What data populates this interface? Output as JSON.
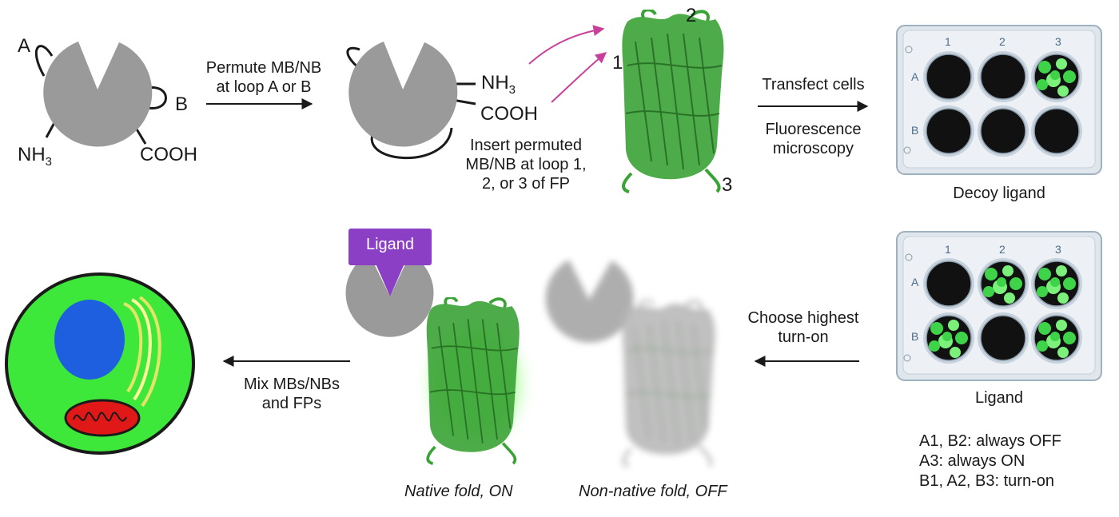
{
  "top": {
    "loop_a": "A",
    "loop_b": "B",
    "nh3_1": "NH",
    "nh3_1_sub": "3",
    "cooh_1": "COOH",
    "permute_line1": "Permute MB/NB",
    "permute_line2": "at loop A or B",
    "nh3_2": "NH",
    "nh3_2_sub": "3",
    "cooh_2": "COOH",
    "insert_line1": "Insert permuted",
    "insert_line2": "MB/NB at loop 1,",
    "insert_line3": "2, or 3 of FP",
    "fp_loop_1": "1",
    "fp_loop_2": "2",
    "fp_loop_3": "3",
    "transfect": "Transfect cells",
    "fluor_line1": "Fluorescence",
    "fluor_line2": "microscopy",
    "decoy_caption": "Decoy ligand"
  },
  "plates": {
    "col1": "1",
    "col2": "2",
    "col3": "3",
    "rowA": "A",
    "rowB": "B",
    "decoy_wells": {
      "A1": "off",
      "A2": "off",
      "A3": "on",
      "B1": "off",
      "B2": "off",
      "B3": "off"
    },
    "ligand_wells": {
      "A1": "off",
      "A2": "on",
      "A3": "on",
      "B1": "on",
      "B2": "off",
      "B3": "on"
    }
  },
  "bottom": {
    "ligand_tag": "Ligand",
    "native": "Native fold, ON",
    "nonnative": "Non-native fold, OFF",
    "choose_line1": "Choose highest",
    "choose_line2": "turn-on",
    "mix_line1": "Mix MBs/NBs",
    "mix_line2": "and FPs",
    "ligand_caption": "Ligand",
    "legend_line1": "A1, B2: always OFF",
    "legend_line2": "A3: always ON",
    "legend_line3": "B1, A2, B3: turn-on"
  },
  "colors": {
    "binder_gray": "#9a9a9a",
    "fp_green": "#3aa335",
    "cell_green": "#3ee83a",
    "nucleus_blue": "#1e5fe0",
    "mito_red": "#e01818",
    "ligand_purple": "#8a3fc4",
    "arrow_magenta": "#c8409a"
  }
}
